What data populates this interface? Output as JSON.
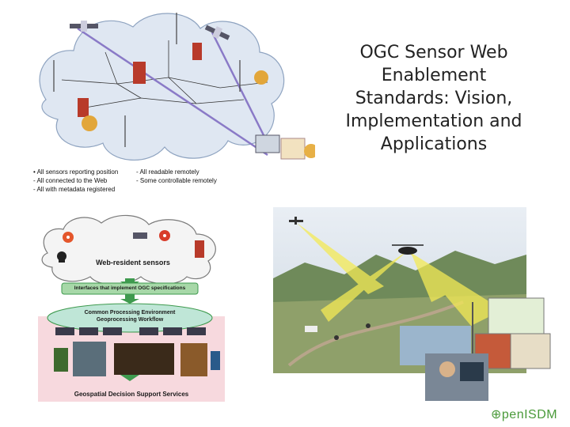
{
  "slide": {
    "title_lines": [
      "OGC Sensor Web",
      "Enablement",
      "Standards: Vision,",
      "Implementation and",
      "Applications"
    ]
  },
  "sensor_web_figure": {
    "bullets_left": [
      "• All sensors reporting position",
      "- All connected to the Web",
      "- All with metadata registered"
    ],
    "bullets_right": [
      "- All readable remotely",
      "- Some controllable remotely"
    ]
  },
  "architecture_figure": {
    "cloud_label": "Web-resident sensors",
    "interface_label": "Interfaces that implement OGC specifications",
    "processing_label_1": "Common Processing Environment",
    "processing_label_2": "Geoprocessing Workflow",
    "support_label": "Geospatial Decision Support Services"
  },
  "landscape_figure": {
    "labels": [
      "",
      ""
    ]
  },
  "logo": {
    "text": "⊕penISDM"
  },
  "colors": {
    "cloud_fill": "#dfe7f2",
    "arrow_green": "#3e9a4e",
    "pink_panel": "#f7d9de",
    "beam": "#f4ea55",
    "logo": "#4a9a3a"
  }
}
